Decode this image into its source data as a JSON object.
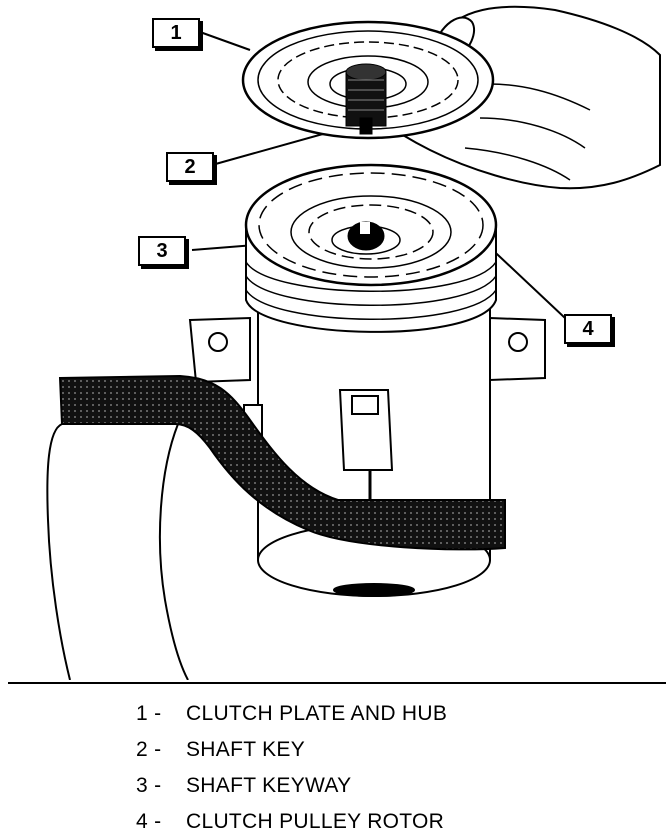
{
  "callouts": [
    {
      "number": "1"
    },
    {
      "number": "2"
    },
    {
      "number": "3"
    },
    {
      "number": "4"
    }
  ],
  "legend": [
    {
      "number": "1 -",
      "label": "CLUTCH PLATE AND HUB"
    },
    {
      "number": "2 -",
      "label": "SHAFT KEY"
    },
    {
      "number": "3 -",
      "label": "SHAFT KEYWAY"
    },
    {
      "number": "4 -",
      "label": "CLUTCH PULLEY ROTOR"
    }
  ]
}
